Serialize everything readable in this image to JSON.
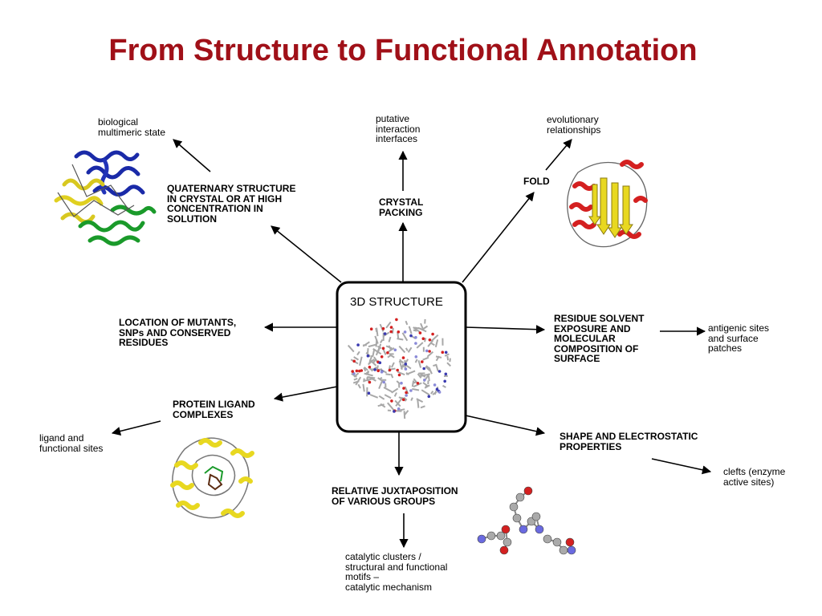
{
  "title": "From Structure to Functional Annotation",
  "center": {
    "label": "3D STRUCTURE"
  },
  "nodes": {
    "quaternary": {
      "heading": "QUATERNARY STRUCTURE\nIN CRYSTAL OR AT HIGH\nCONCENTRATION IN\nSOLUTION",
      "outcome": "biological\nmultimeric state"
    },
    "crystal": {
      "heading": "CRYSTAL\nPACKING",
      "outcome": "putative\ninteraction\ninterfaces"
    },
    "fold": {
      "heading": "FOLD",
      "outcome": "evolutionary\nrelationships"
    },
    "mutants": {
      "heading": "LOCATION OF MUTANTS,\nSNPs AND CONSERVED\nRESIDUES"
    },
    "solvent": {
      "heading": "RESIDUE SOLVENT\nEXPOSURE AND\nMOLECULAR\nCOMPOSITION OF\nSURFACE",
      "outcome": "antigenic sites\nand surface\npatches"
    },
    "ligand": {
      "heading": "PROTEIN LIGAND\nCOMPLEXES",
      "outcome": "ligand and\nfunctional sites"
    },
    "shape": {
      "heading": "SHAPE AND ELECTROSTATIC\nPROPERTIES",
      "outcome": "clefts (enzyme\nactive sites)"
    },
    "juxtaposition": {
      "heading": "RELATIVE JUXTAPOSITION\nOF VARIOUS GROUPS",
      "outcome": "catalytic clusters /\nstructural and functional\nmotifs –\ncatalytic mechanism"
    }
  },
  "colors": {
    "title": "#a01018",
    "arrow": "#000000",
    "helix_red": "#d42020",
    "strand_yellow": "#e8d820",
    "chain_blue": "#1a2aa8",
    "chain_green": "#1a9a2a"
  }
}
